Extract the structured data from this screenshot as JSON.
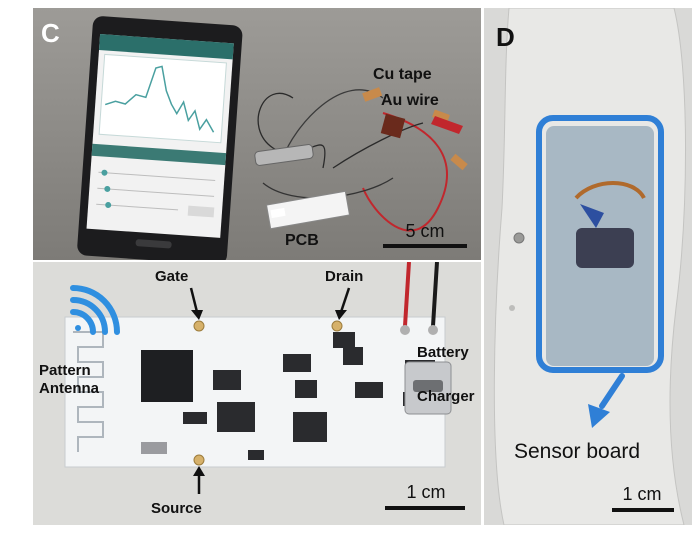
{
  "figure": {
    "panel_c": {
      "letter": "C",
      "labels": {
        "cu_tape": "Cu tape",
        "au_wire": "Au wire",
        "pcb": "PCB"
      },
      "scale_bar": "5 cm"
    },
    "panel_b": {
      "labels": {
        "gate": "Gate",
        "drain": "Drain",
        "pattern_antenna": "Pattern\nAntenna",
        "battery": "Battery",
        "charger": "Charger",
        "source": "Source"
      },
      "scale_bar": "1 cm"
    },
    "panel_d": {
      "letter": "D",
      "labels": {
        "sensor_board": "Sensor board"
      },
      "scale_bar": "1 cm"
    }
  },
  "colors": {
    "highlight": "#2f7fd6",
    "wifi": "#2f8fe0"
  }
}
